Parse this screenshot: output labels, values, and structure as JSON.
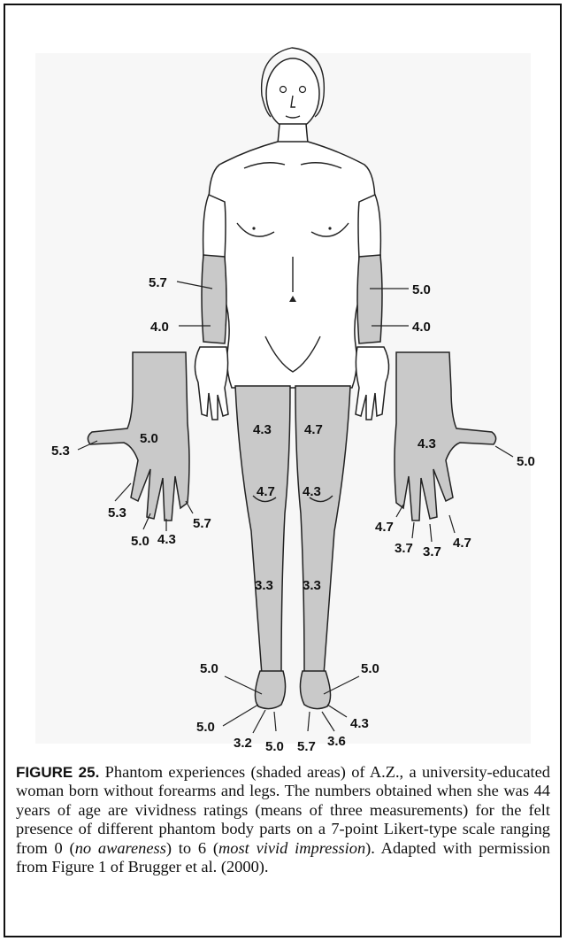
{
  "figure": {
    "caption_label": "FIGURE 25.",
    "caption_text": "Phantom experiences (shaded areas) of A.Z., a university-educated woman born without forearms and legs. The numbers obtained when she was 44 years of age are vividness ratings (means of three measurements) for the felt presence of different phantom body parts on a 7-point Likert-type scale ranging from 0 (",
    "caption_em1": "no awareness",
    "caption_mid": ") to 6 (",
    "caption_em2": "most vivid impression",
    "caption_end": "). Adapted with permission from Figure 1 of Brugger et al. (2000)."
  },
  "ratings": {
    "right_forearm_upper": "5.7",
    "right_forearm_lower": "4.0",
    "left_forearm_upper": "5.0",
    "left_forearm_lower": "4.0",
    "rh_thumb": "5.3",
    "rh_palm": "5.0",
    "rh_index": "5.3",
    "rh_middle": "5.0",
    "rh_ring": "4.3",
    "rh_little": "5.7",
    "lh_palm": "4.3",
    "lh_thumb": "5.0",
    "lh_little": "4.7",
    "lh_ring": "3.7",
    "lh_middle": "3.7",
    "lh_index": "4.7",
    "r_thigh": "4.3",
    "l_thigh": "4.7",
    "r_knee": "4.7",
    "l_knee": "4.3",
    "r_shin": "3.3",
    "l_shin": "3.3",
    "r_ankle": "5.0",
    "l_ankle": "5.0",
    "r_foot_toe": "5.0",
    "r_foot_small": "3.2",
    "r_foot_big": "5.0",
    "l_foot_outer": "4.3",
    "l_foot_big": "5.7",
    "l_foot_small": "3.6"
  }
}
